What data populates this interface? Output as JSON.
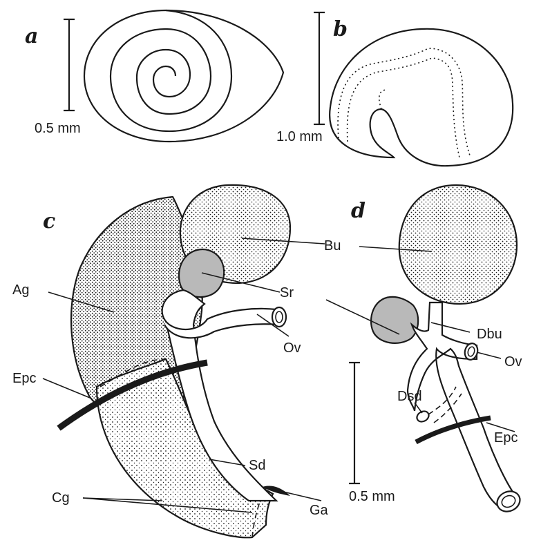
{
  "panels": {
    "a": {
      "letter": "a",
      "scale": "0.5 mm"
    },
    "b": {
      "letter": "b",
      "scale": "1.0 mm"
    },
    "c": {
      "letter": "c",
      "labels": {
        "bu": "Bu",
        "sr": "Sr",
        "ag": "Ag",
        "ov": "Ov",
        "epc": "Epc",
        "sd": "Sd",
        "cg": "Cg",
        "ga": "Ga"
      }
    },
    "d": {
      "letter": "d",
      "scale": "0.5 mm",
      "labels": {
        "dbu": "Dbu",
        "ov": "Ov",
        "dsd": "Dsd",
        "epc": "Epc"
      }
    }
  },
  "colors": {
    "ink": "#1a1a1a",
    "stipple": "#1a1a1a",
    "receptaculum": "#b9b9b9",
    "background": "#ffffff"
  }
}
